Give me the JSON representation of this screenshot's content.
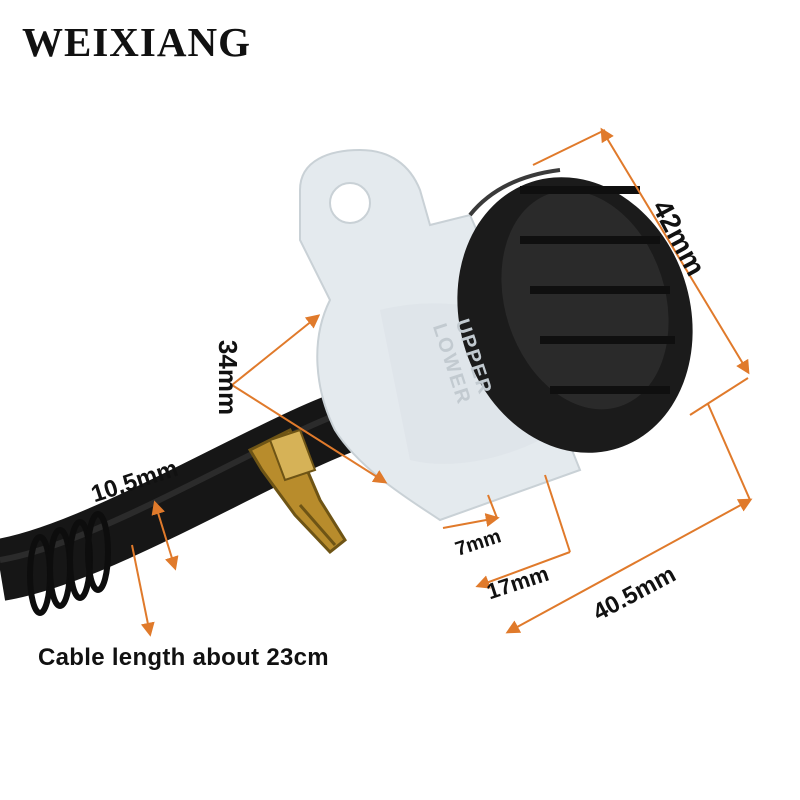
{
  "brand": "WEIXIANG",
  "cap_text": "UPPER LOWER",
  "caption": "Cable length about 23cm",
  "dimensions": {
    "cap_diameter": "42mm",
    "body_height": "34mm",
    "hose_diameter": "10.5mm",
    "bottom_a": "7mm",
    "bottom_b": "17mm",
    "bottom_c": "40.5mm"
  },
  "colors": {
    "arrow": "#e07a2b",
    "cap": "#1b1b1b",
    "body": "#e4eaee",
    "hose": "#161616",
    "clamp": "#b88c2c"
  }
}
